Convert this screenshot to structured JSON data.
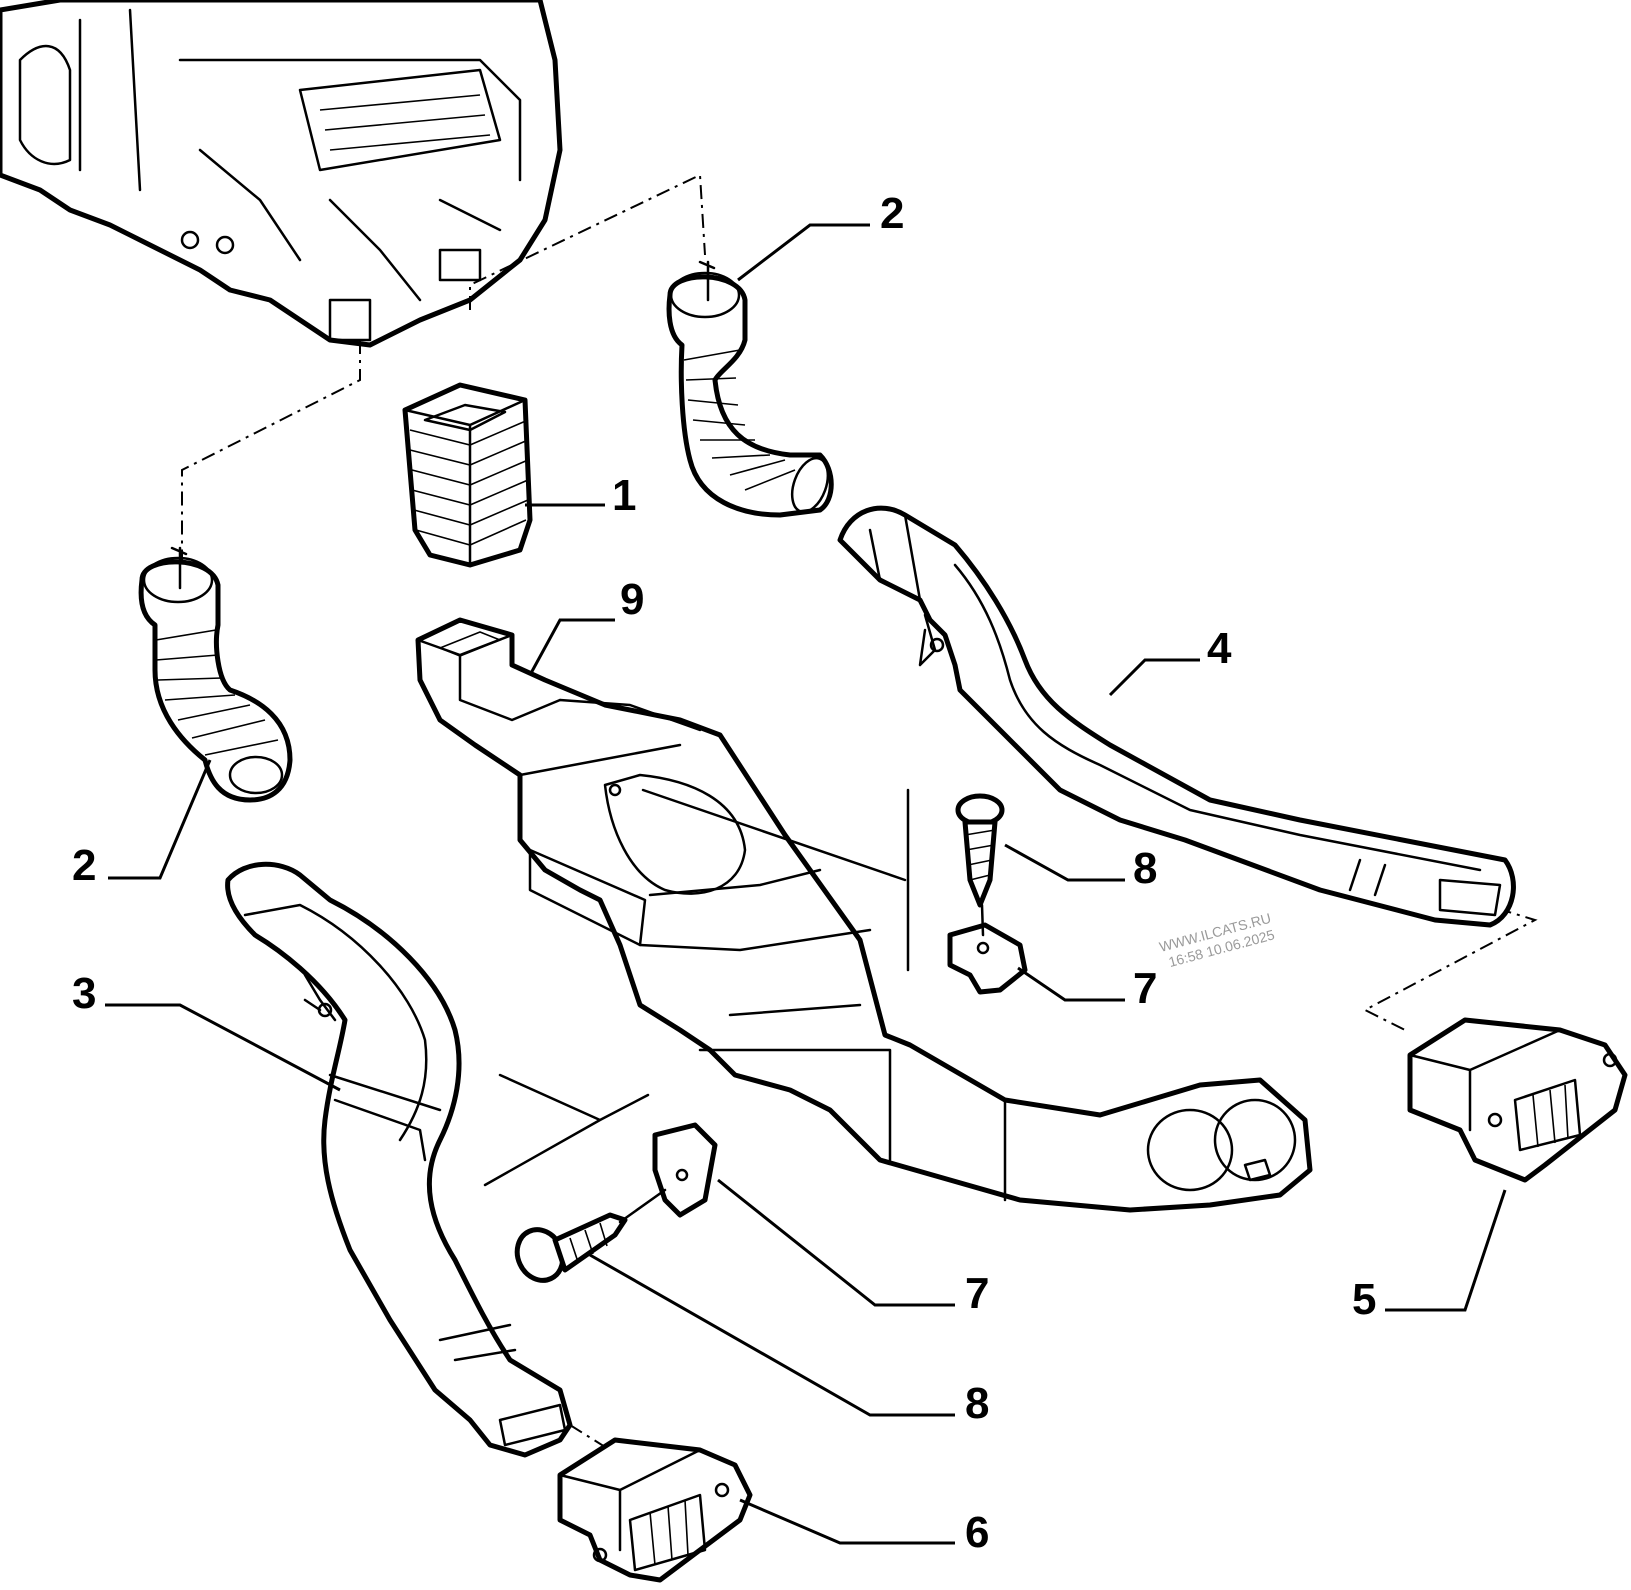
{
  "diagram": {
    "callouts": [
      {
        "id": "c1",
        "label": "1"
      },
      {
        "id": "c2a",
        "label": "2"
      },
      {
        "id": "c2b",
        "label": "2"
      },
      {
        "id": "c3",
        "label": "3"
      },
      {
        "id": "c4",
        "label": "4"
      },
      {
        "id": "c5",
        "label": "5"
      },
      {
        "id": "c6",
        "label": "6"
      },
      {
        "id": "c7a",
        "label": "7"
      },
      {
        "id": "c7b",
        "label": "7"
      },
      {
        "id": "c8a",
        "label": "8"
      },
      {
        "id": "c8b",
        "label": "8"
      },
      {
        "id": "c9",
        "label": "9"
      }
    ],
    "watermark": {
      "line1": "WWW.ILCATS.RU",
      "line2": "16:58 10.06.2025"
    }
  }
}
